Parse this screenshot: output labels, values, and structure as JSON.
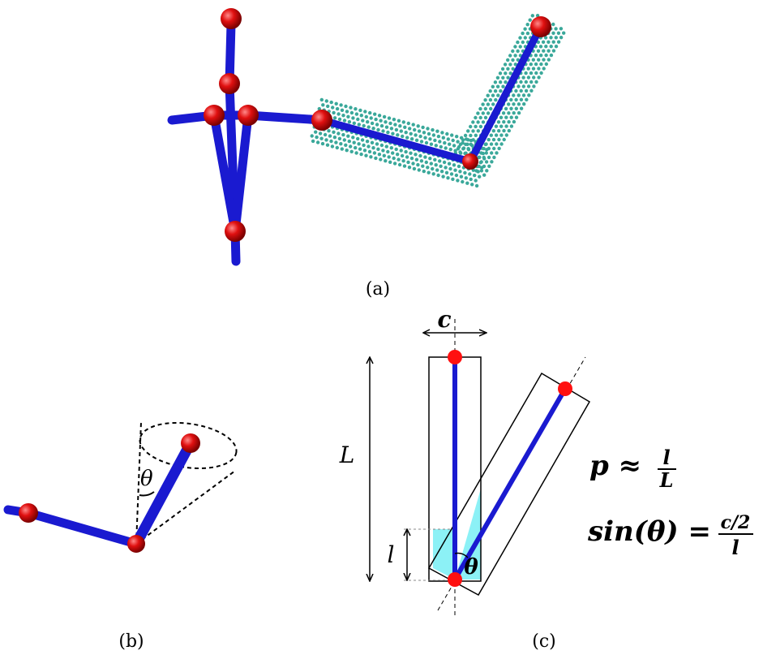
{
  "captions": {
    "a": "(a)",
    "b": "(b)",
    "c": "(c)"
  },
  "labels": {
    "theta_b": "θ",
    "theta_c": "θ",
    "c": "c",
    "L": "L",
    "l": "l"
  },
  "formulas": {
    "p_lhs": "p ≈",
    "p_num": "l",
    "p_den": "L",
    "sin_lhs": "sin(θ) =",
    "sin_num": "c/2",
    "sin_den": "l"
  },
  "colors": {
    "bone": "#1a1ad0",
    "joint": "#e00000",
    "sample": "#3aa89a",
    "cone_fill": "#7ff0f5"
  }
}
